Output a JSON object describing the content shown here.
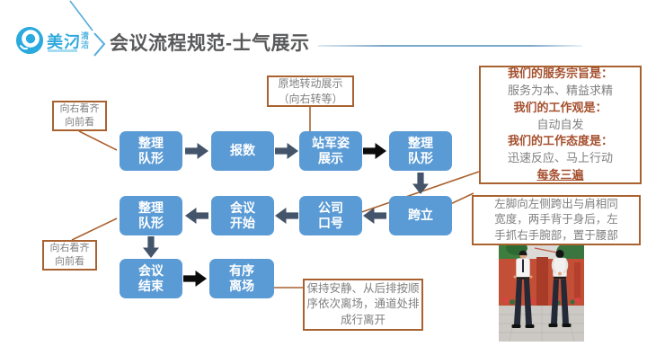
{
  "header": {
    "logo_text": "美汈",
    "logo_suffix": "清洁",
    "title": "会议流程规范-士气展示"
  },
  "flow": {
    "row1": [
      "整理\n队形",
      "报数",
      "站军姿\n展示",
      "整理\n队形"
    ],
    "row2": [
      "整理\n队形",
      "会议\n开始",
      "公司\n口号",
      "跨立"
    ],
    "row3": [
      "会议\n结束",
      "有序\n离场"
    ]
  },
  "callouts": {
    "left_top": "向右看齐\n向前看",
    "left_bottom": "向右看齐\n向前看",
    "top": "原地转动展示\n（向右转等）",
    "bottom": "保持安静、从后排按顺\n序依次离场，通道处排\n成行离开",
    "stance": "左脚向左侧跨出与肩相同\n宽度，两手背于身后，左\n手抓右手腕部，置于腰部",
    "slogan": {
      "lines": [
        {
          "text": "我们的服务宗旨是：",
          "style": "em"
        },
        {
          "text": "服务为本、精益求精",
          "style": "plain"
        },
        {
          "text": "我们的工作观是：",
          "style": "em"
        },
        {
          "text": "自动自发",
          "style": "plain"
        },
        {
          "text": "我们的工作态度是：",
          "style": "em"
        },
        {
          "text": "迅速反应、马上行动",
          "style": "plain"
        },
        {
          "text": "每条三遍",
          "style": "em-underline"
        }
      ]
    }
  },
  "colors": {
    "box_blue": "#5B9BD5",
    "arrow_slate": "#44546A",
    "arrow_black": "#0B0B0B",
    "callout_border": "#A9622F",
    "callout_text": "#7F7F7F",
    "slogan_red": "#A5502E",
    "title_gray": "#58595B",
    "rule_blue": "#7BA7CB",
    "logo_blue": "#2FA8DC"
  }
}
